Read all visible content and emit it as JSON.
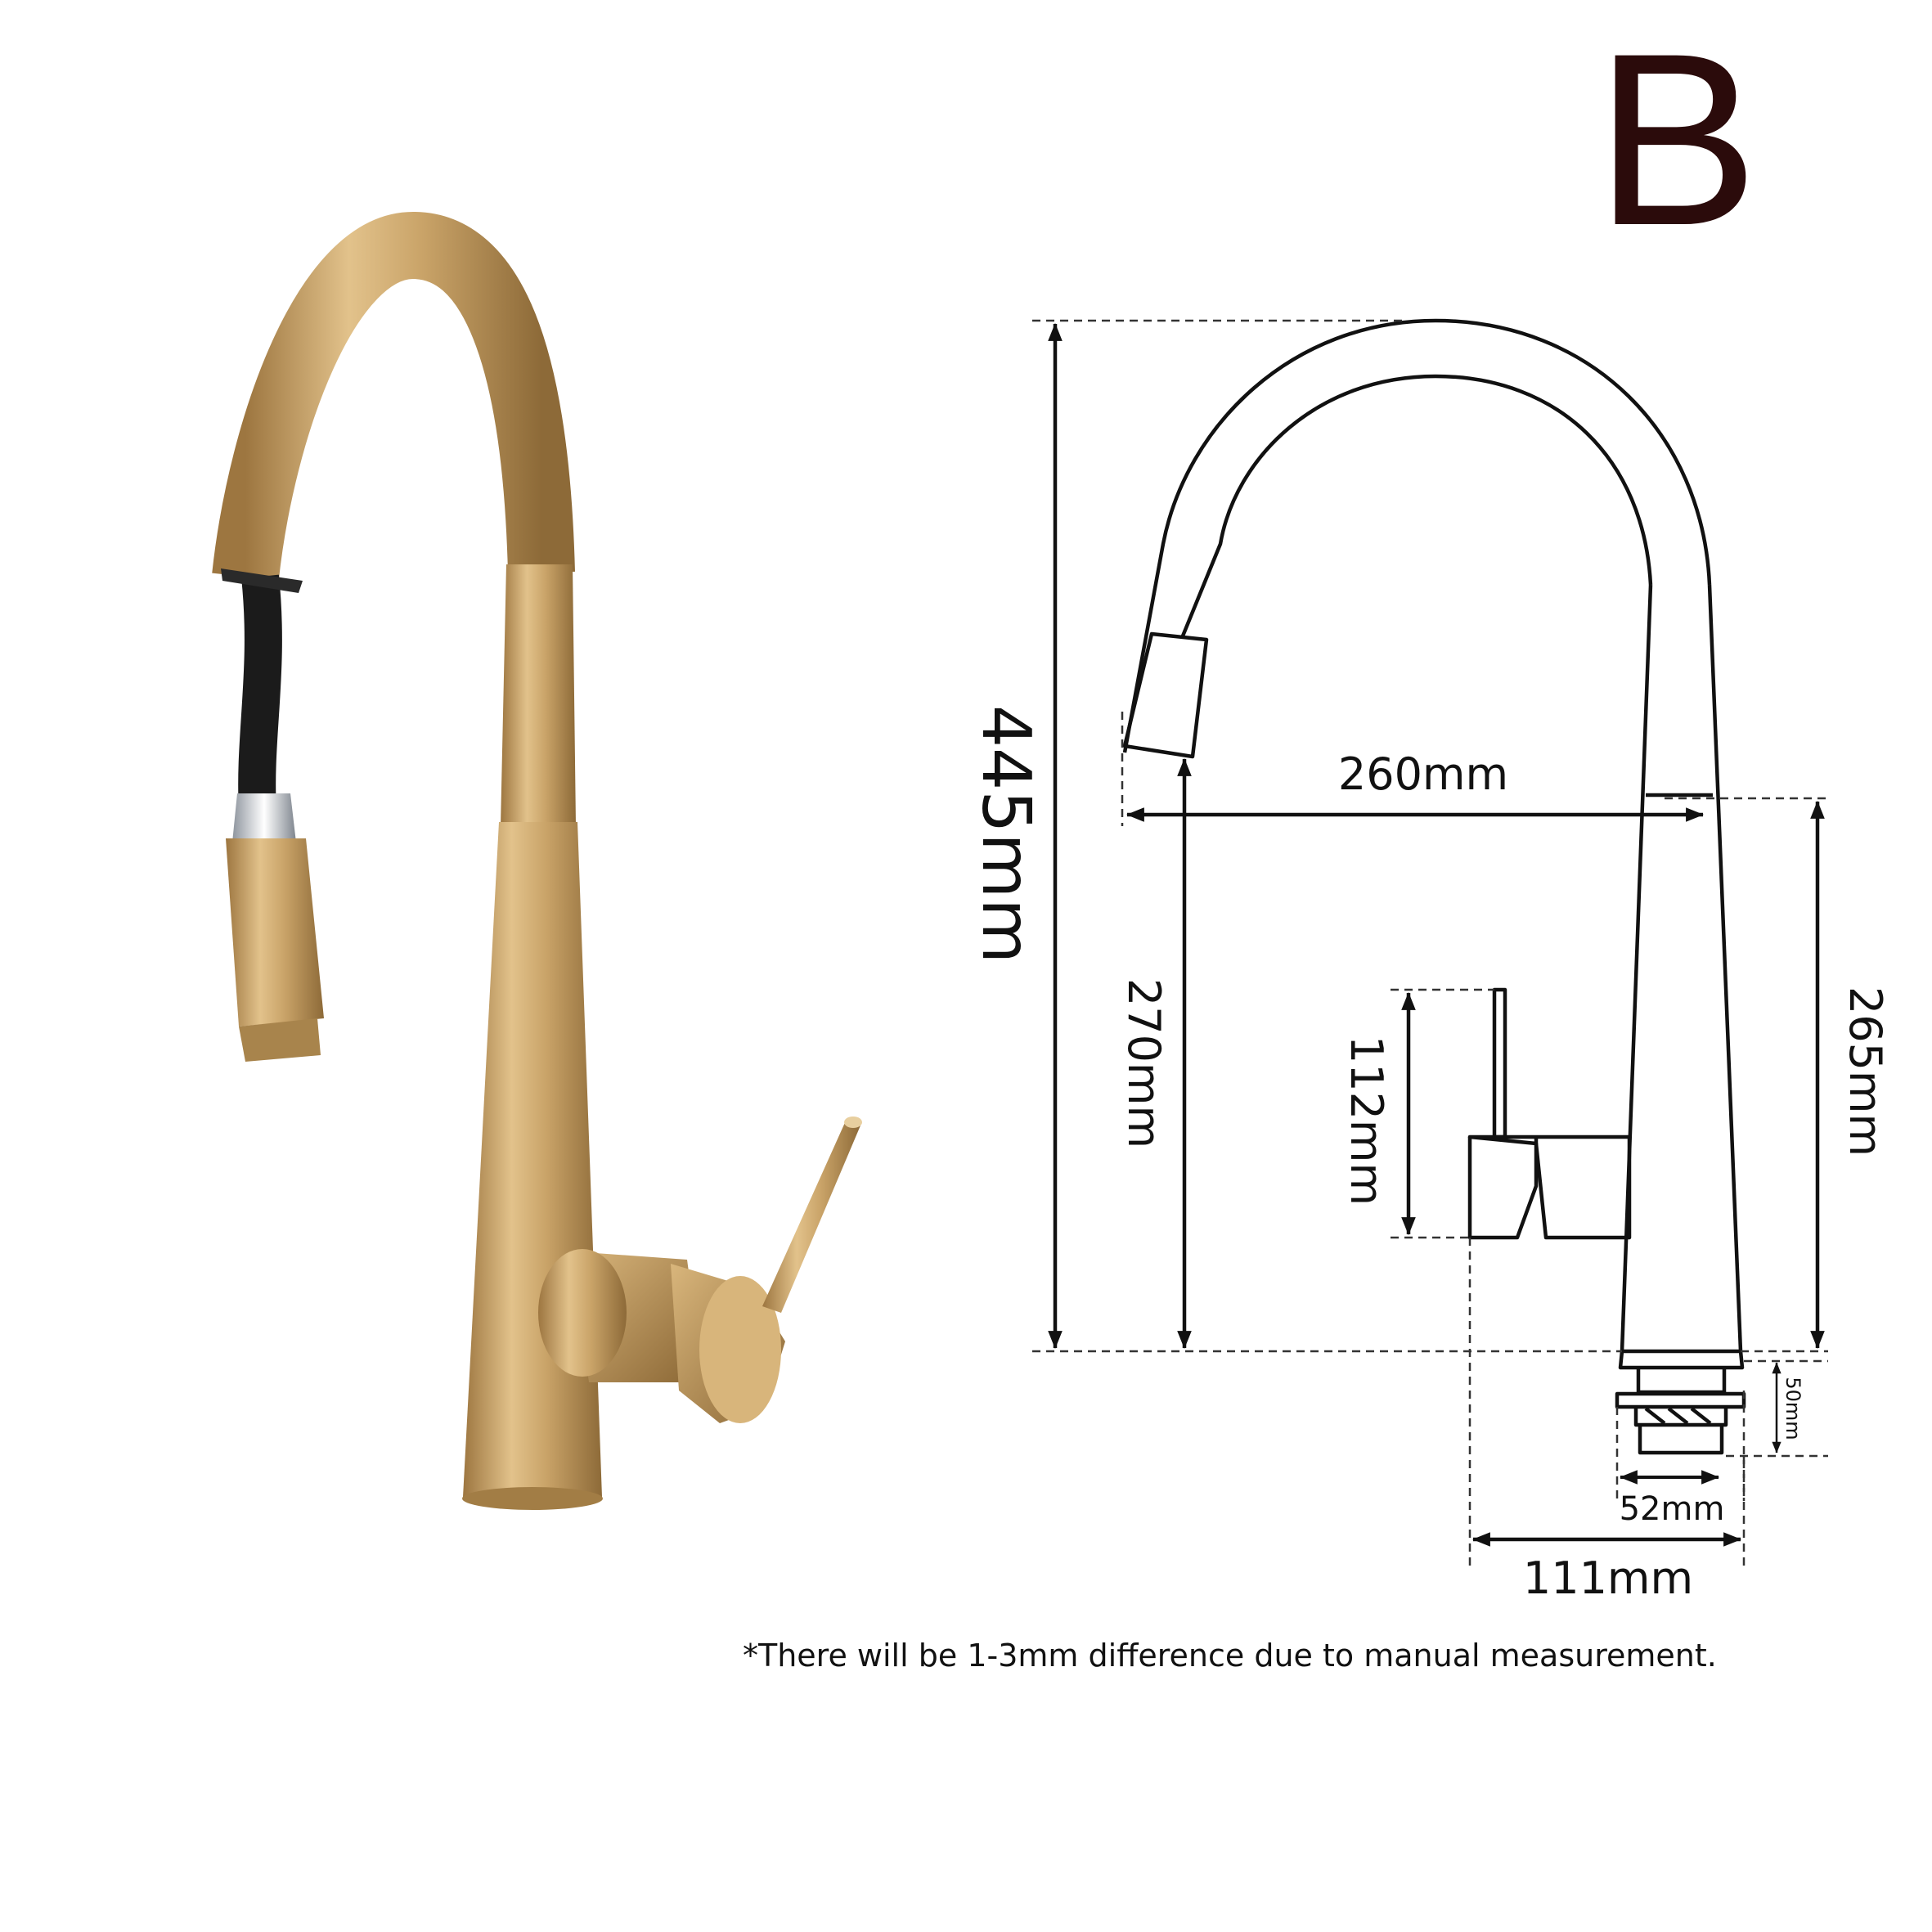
{
  "variant": {
    "letter": "B"
  },
  "dimensions": {
    "total_height": "445mm",
    "spout_reach": "260mm",
    "spout_height": "270mm",
    "body_height": "265mm",
    "handle_height": "112mm",
    "base_height": "50mm",
    "shank_diameter": "52mm",
    "handle_reach": "111mm"
  },
  "footnote": "*There will be 1-3mm difference due to manual measurement.",
  "colors": {
    "faucet_gold": "#c8a266",
    "hose_black": "#1b1b1b",
    "chrome": "#d9dde3",
    "letter": "#2b0b0b"
  }
}
